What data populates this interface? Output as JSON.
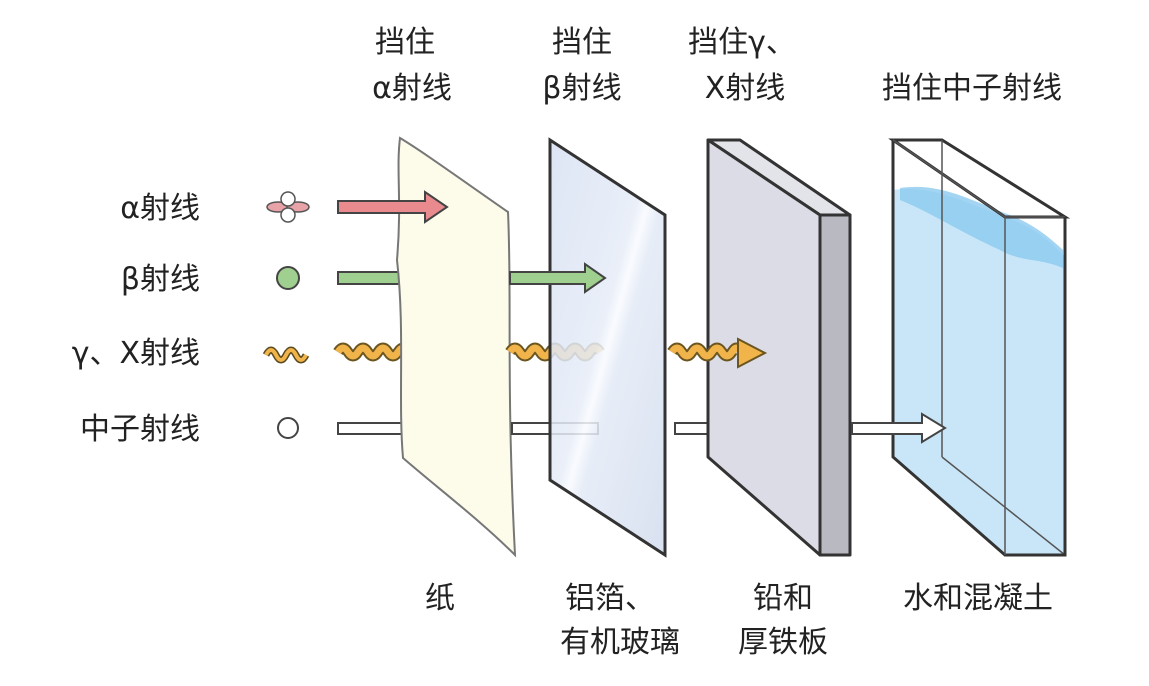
{
  "top_labels": [
    {
      "lines": [
        "挡住",
        "α射线"
      ]
    },
    {
      "lines": [
        "挡住",
        "β射线"
      ]
    },
    {
      "lines": [
        "挡住γ、",
        "X射线"
      ]
    },
    {
      "lines": [
        "挡住中子射线"
      ]
    }
  ],
  "rays": [
    {
      "label": "α射线",
      "icon": "alpha-particle-icon",
      "color": "#e98a8f"
    },
    {
      "label": "β射线",
      "icon": "beta-particle-icon",
      "color": "#9fd08f"
    },
    {
      "label": "γ、X射线",
      "icon": "wave-icon",
      "color": "#f0b44a"
    },
    {
      "label": "中子射线",
      "icon": "neutron-icon",
      "color": "#ffffff"
    }
  ],
  "materials": [
    {
      "lines": [
        "纸"
      ]
    },
    {
      "lines": [
        "铝箔、",
        "有机玻璃"
      ]
    },
    {
      "lines": [
        "铅和",
        "厚铁板"
      ]
    },
    {
      "lines": [
        "水和混凝土"
      ]
    }
  ]
}
